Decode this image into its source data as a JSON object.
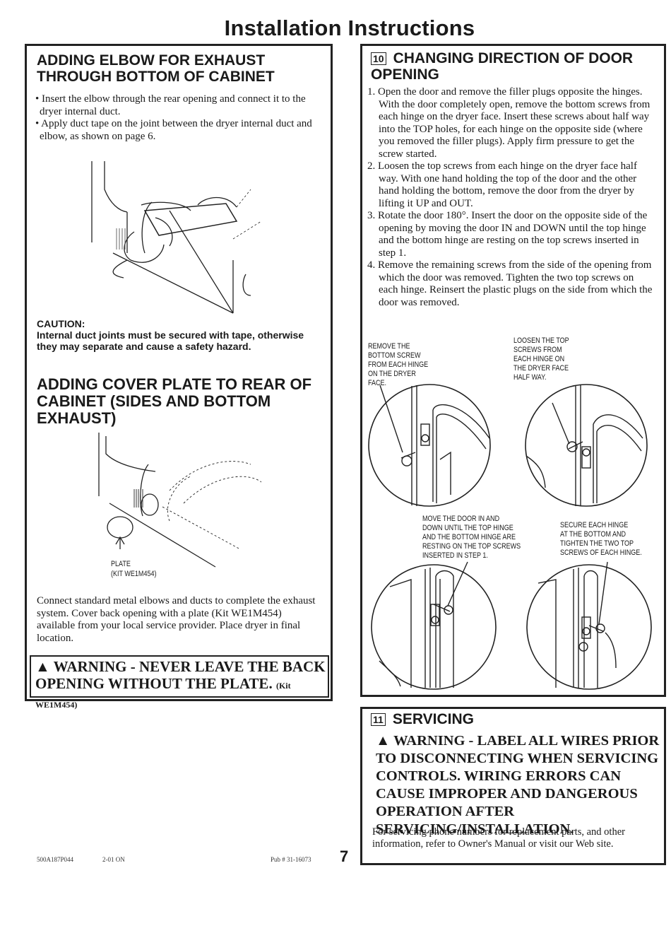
{
  "page": {
    "title": "Installation Instructions",
    "page_number": "7",
    "footer_code": "500A187P044",
    "footer_date": "2-01 ON",
    "footer_pub": "Pub # 31-16073"
  },
  "left": {
    "elbow_heading": "Adding Elbow for Exhaust Through Bottom of Cabinet",
    "elbow_bullets": [
      "• Insert the elbow through the rear opening and connect it to the dryer internal duct.",
      "• Apply duct tape on the joint between the dryer internal duct and elbow, as shown on page 6."
    ],
    "caution_label": "CAUTION:",
    "caution_text": "Internal duct joints must be secured with tape, otherwise they may separate and cause a safety hazard.",
    "cover_heading": "Adding Cover Plate to Rear of Cabinet (Sides and Bottom Exhaust)",
    "plate_label": "PLATE",
    "plate_kit": "(KIT WE1M454)",
    "connect_text": "Connect standard metal elbows and ducts to complete the exhaust system. Cover back opening with a plate (Kit WE1M454) available from your local service provider. Place dryer in final location.",
    "warning_main": "WARNING - NEVER LEAVE THE BACK OPENING WITHOUT THE PLATE.",
    "warning_kit": "(Kit WE1M454)"
  },
  "right": {
    "section_number": "10",
    "door_heading": "Changing Direction of Door Opening",
    "steps": [
      "1. Open the door and remove the filler plugs opposite the hinges. With the door completely open, remove the bottom screws from each hinge on the dryer face. Insert these screws about half way into the TOP holes, for each hinge on the opposite side (where you removed the filler plugs). Apply firm pressure to get the screw started.",
      "2. Loosen the top screws from each hinge on the dryer face half way. With one hand holding the top of the door and the other hand holding the bottom, remove the door from the dryer by lifting it UP and OUT.",
      "3. Rotate the door 180°. Insert the door on the opposite side of the opening by moving the door IN and DOWN until the top hinge and the bottom hinge are resting on the top screws inserted in step 1.",
      "4. Remove the remaining screws from the side of the opening from which the door was removed. Tighten the two top screws on each hinge. Reinsert the plastic plugs on the side from which the door was removed."
    ],
    "fig_labels": {
      "remove": "REMOVE THE\nBOTTOM SCREW\nFROM EACH HINGE\nON THE DRYER\nFACE.",
      "loosen": "LOOSEN THE TOP\nSCREWS FROM\nEACH HINGE ON\nTHE DRYER FACE\nHALF WAY.",
      "move": "MOVE THE DOOR IN AND\nDOWN UNTIL THE TOP HINGE\nAND THE BOTTOM HINGE ARE\nRESTING ON THE TOP SCREWS\nINSERTED IN STEP 1.",
      "secure": "SECURE EACH HINGE\nAT THE BOTTOM AND\nTIGHTEN THE TWO TOP\nSCREWS OF EACH HINGE."
    },
    "servicing_number": "11",
    "servicing_heading": "Servicing",
    "servicing_warning": "WARNING - LABEL ALL WIRES PRIOR TO DISCONNECTING WHEN SERVICING CONTROLS. WIRING ERRORS CAN CAUSE IMPROPER AND DANGEROUS OPERATION AFTER SERVICING/INSTALLATION.",
    "servicing_text": "For servicing phone numbers for replacement parts, and other information, refer to Owner's Manual or visit our Web site."
  }
}
